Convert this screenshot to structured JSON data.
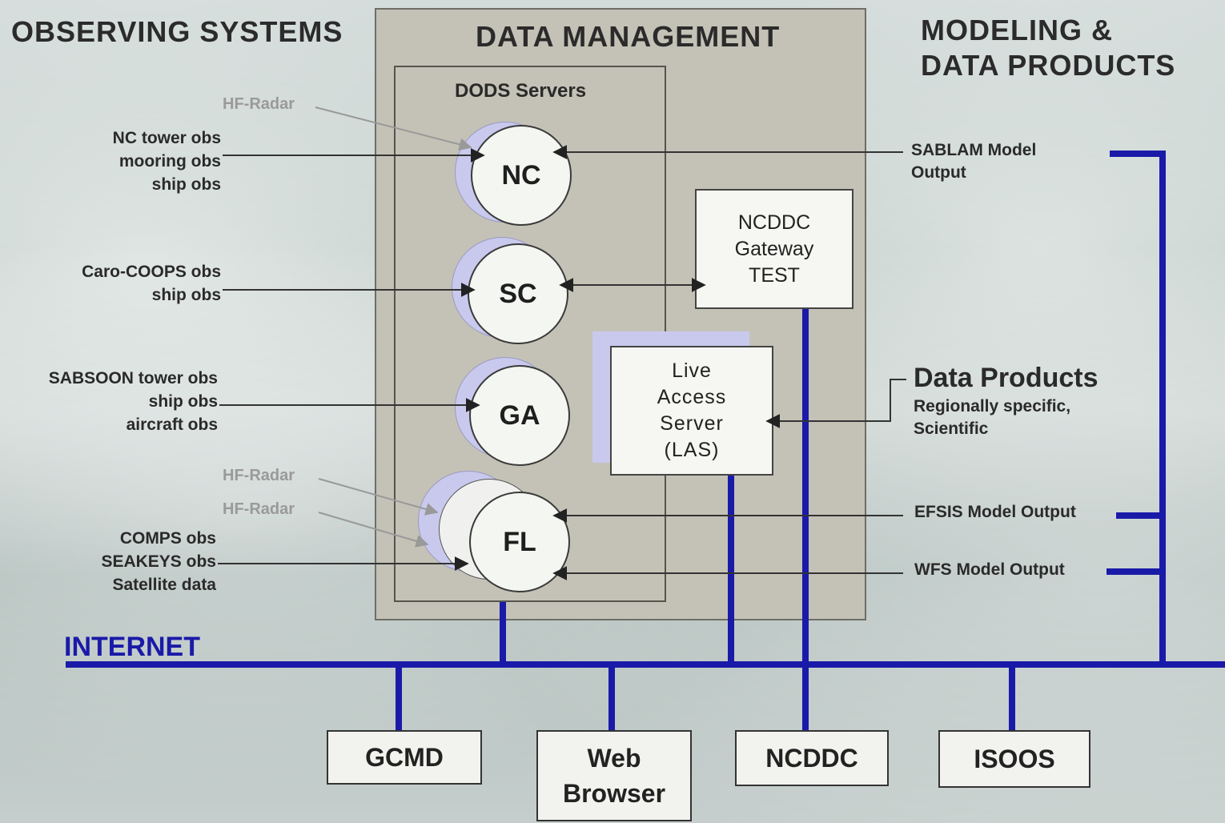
{
  "headers": {
    "observing": "OBSERVING SYSTEMS",
    "data_management": "DATA MANAGEMENT",
    "modeling": [
      "MODELING &",
      "DATA PRODUCTS"
    ]
  },
  "dods": {
    "title": "DODS Servers",
    "servers": [
      "NC",
      "SC",
      "GA",
      "FL"
    ]
  },
  "gateway": {
    "lines": [
      "NCDDC",
      "Gateway",
      "TEST"
    ]
  },
  "las": {
    "lines": [
      "Live",
      "Access",
      "Server",
      "(LAS)"
    ]
  },
  "observations": {
    "nc": [
      "NC tower obs",
      "mooring obs",
      "ship obs"
    ],
    "sc": [
      "Caro-COOPS obs",
      "ship obs"
    ],
    "ga": [
      "SABSOON tower obs",
      "ship obs",
      "aircraft obs"
    ],
    "fl": [
      "COMPS obs",
      "SEAKEYS obs",
      "Satellite data"
    ],
    "hf_radar": "HF-Radar"
  },
  "products": {
    "sablam": [
      "SABLAM Model",
      "Output"
    ],
    "data_products_title": "Data Products",
    "data_products_sub": [
      "Regionally specific,",
      "Scientific"
    ],
    "efsis": "EFSIS Model Output",
    "wfs": "WFS Model Output"
  },
  "internet_label": "INTERNET",
  "endpoints": {
    "gcmd": "GCMD",
    "web_browser": [
      "Web",
      "Browser"
    ],
    "ncddc": "NCDDC",
    "isoos": "ISOOS"
  },
  "colors": {
    "network": "#1a1aa8",
    "arrow": "#333333",
    "radar": "#9a9a9a"
  }
}
